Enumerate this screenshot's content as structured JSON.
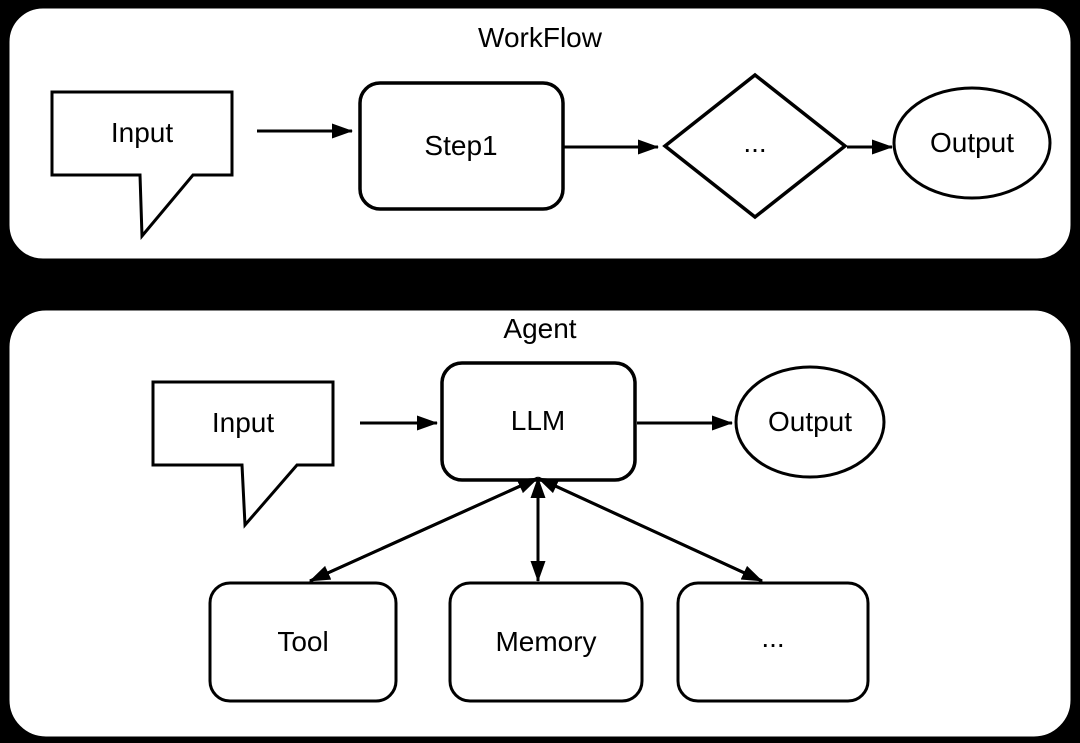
{
  "colors": {
    "background": "#000000",
    "panel_fill": "#ffffff",
    "stroke": "#000000",
    "text": "#000000"
  },
  "workflow_panel": {
    "title": "WorkFlow",
    "input_label": "Input",
    "step1_label": "Step1",
    "decision_label": "...",
    "output_label": "Output",
    "nodes": [
      {
        "label": "Input",
        "shape": "speech-bubble"
      },
      {
        "label": "Step1",
        "shape": "rounded-rect"
      },
      {
        "label": "...",
        "shape": "diamond"
      },
      {
        "label": "Output",
        "shape": "ellipse"
      }
    ],
    "edges": [
      {
        "from": "Input",
        "to": "Step1",
        "type": "arrow"
      },
      {
        "from": "Step1",
        "to": "...",
        "type": "arrow"
      },
      {
        "from": "...",
        "to": "Output",
        "type": "arrow"
      }
    ]
  },
  "agent_panel": {
    "title": "Agent",
    "input_label": "Input",
    "llm_label": "LLM",
    "output_label": "Output",
    "tool_label": "Tool",
    "memory_label": "Memory",
    "more_label": "...",
    "nodes": [
      {
        "label": "Input",
        "shape": "speech-bubble"
      },
      {
        "label": "LLM",
        "shape": "rounded-rect"
      },
      {
        "label": "Output",
        "shape": "ellipse"
      },
      {
        "label": "Tool",
        "shape": "rounded-rect"
      },
      {
        "label": "Memory",
        "shape": "rounded-rect"
      },
      {
        "label": "...",
        "shape": "rounded-rect"
      }
    ],
    "edges": [
      {
        "from": "Input",
        "to": "LLM",
        "type": "arrow"
      },
      {
        "from": "LLM",
        "to": "Output",
        "type": "arrow"
      },
      {
        "from": "LLM",
        "to": "Tool",
        "type": "double-arrow"
      },
      {
        "from": "LLM",
        "to": "Memory",
        "type": "double-arrow"
      },
      {
        "from": "LLM",
        "to": "...",
        "type": "double-arrow"
      }
    ]
  }
}
